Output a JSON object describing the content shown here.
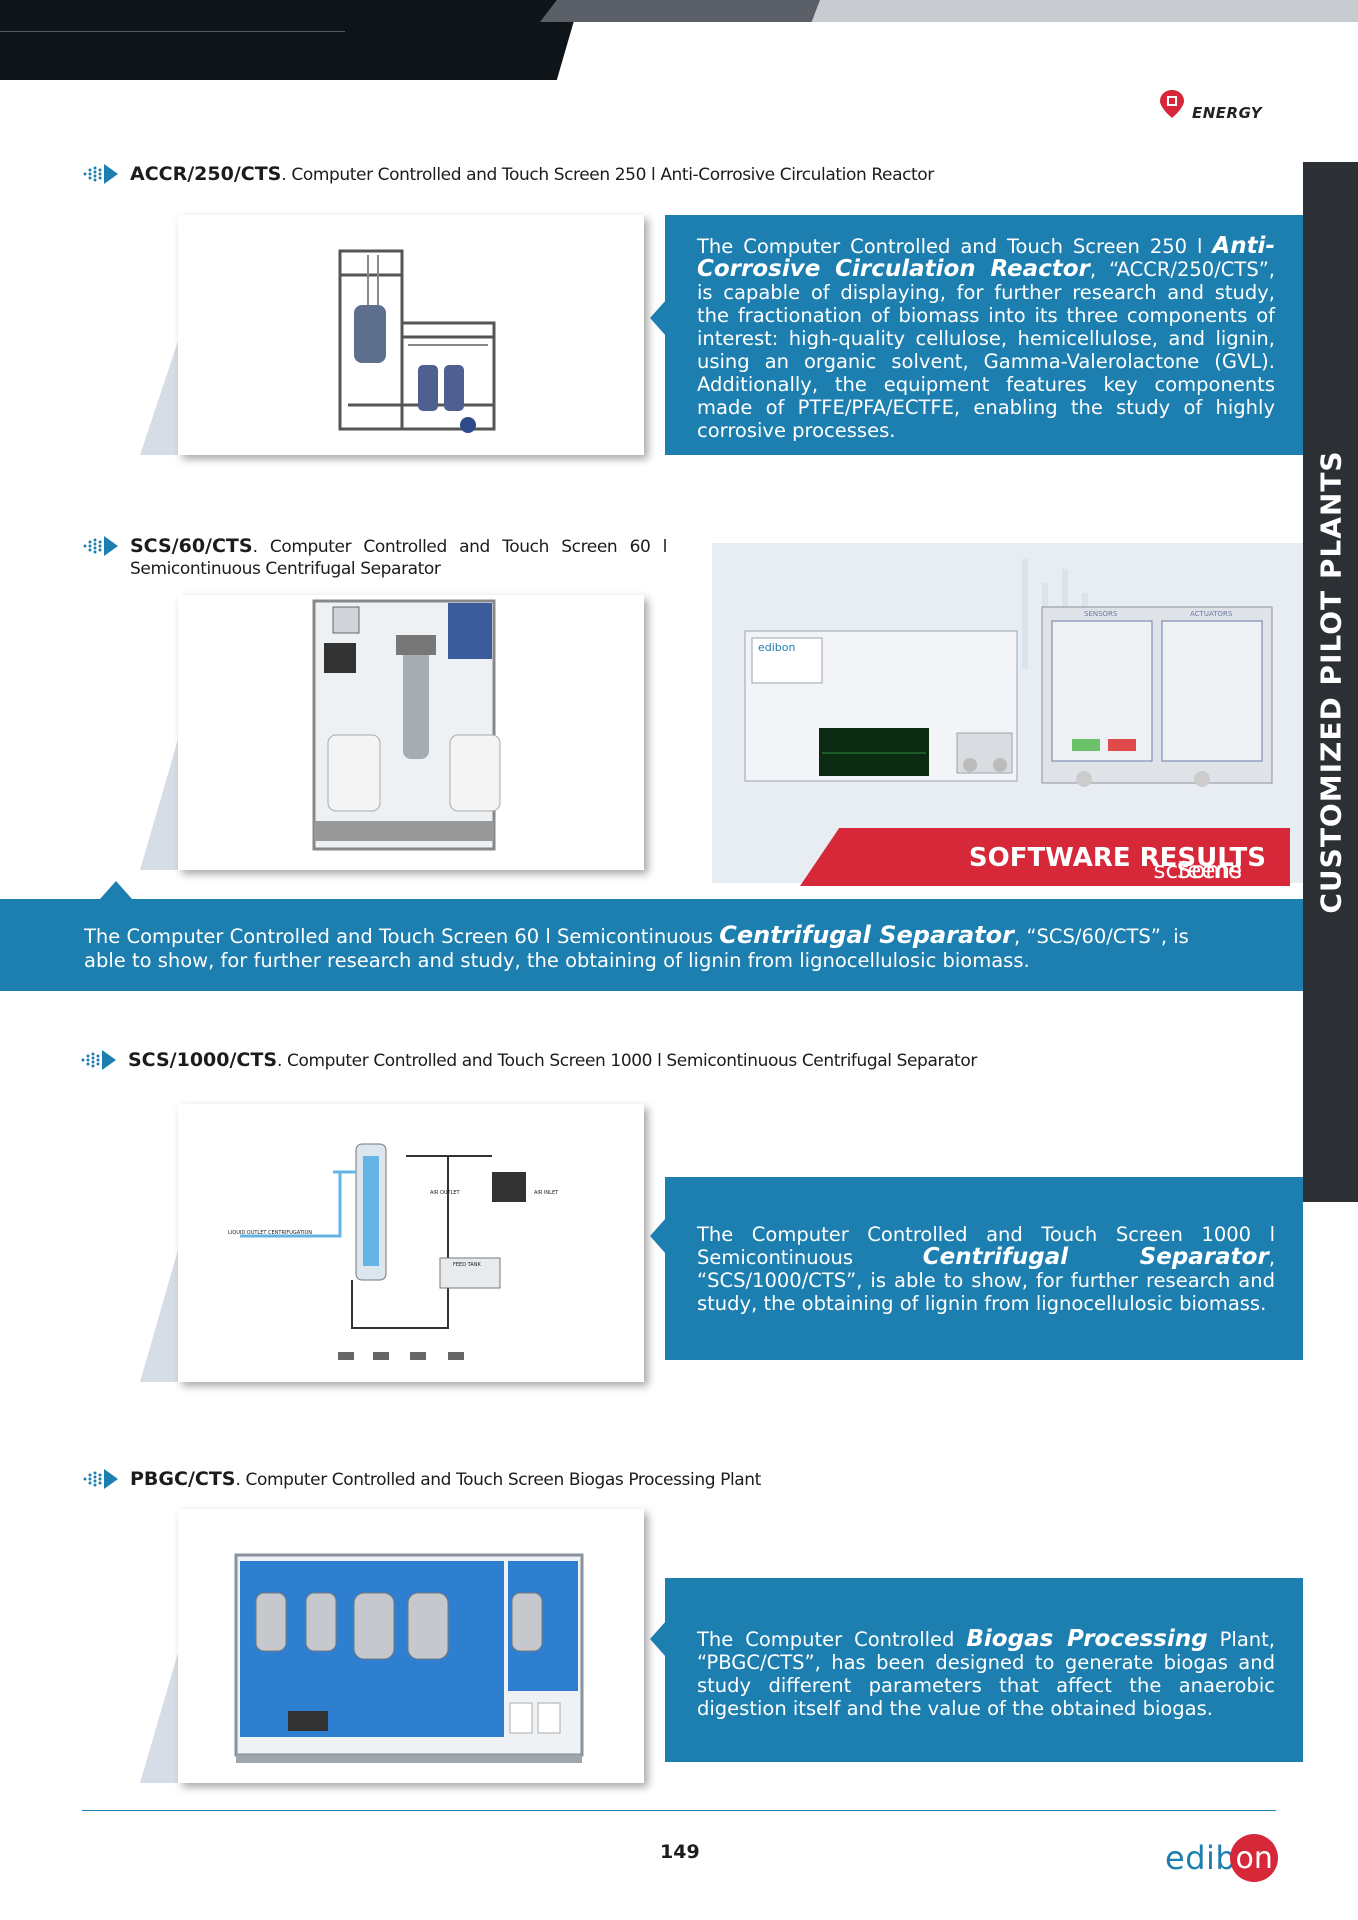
{
  "header": {
    "section_label": "ENERGY"
  },
  "side_tab": {
    "label": "CUSTOMIZED PILOT PLANTS"
  },
  "products": [
    {
      "code": "ACCR/250/CTS",
      "title": ". Computer Controlled and Touch Screen 250 l Anti-Corrosive Circulation Reactor",
      "desc_pre": "The Computer Controlled and Touch Screen 250 l ",
      "desc_bold": "Anti-Corrosive Circulation Reactor",
      "desc_post": ", “ACCR/250/CTS”, is capable of displaying, for further research and study, the fractionation of biomass into its three components of interest: high-quality cellulose, hemicellulose, and lignin, using an organic solvent, Gamma-Valerolactone (GVL). Additionally, the equipment features key components made of PTFE/PFA/ECTFE, enabling the study of highly corrosive processes."
    },
    {
      "code": "SCS/60/CTS",
      "title": ". Computer Controlled and Touch Screen 60 l Semicontinuous Centrifugal Separator",
      "desc_pre": "The Computer Controlled and Touch Screen 60 l Semicontinuous ",
      "desc_bold": "Centrifugal Separator",
      "desc_post": ", “SCS/60/CTS”, is able to show, for further research and study, the obtaining of lignin from lignocellulosic biomass."
    },
    {
      "code": "SCS/1000/CTS",
      "title": ". Computer Controlled and Touch Screen 1000 l Semicontinuous Centrifugal Separator",
      "desc_pre": "The Computer Controlled and Touch Screen 1000 l Semicontinuous ",
      "desc_bold": "Centrifugal Separator",
      "desc_post": ", “SCS/1000/CTS”, is able to show, for further research and study, the obtaining of lignin from lignocellulosic biomass."
    },
    {
      "code": "PBGC/CTS",
      "title": ". Computer Controlled and Touch Screen Biogas Processing Plant",
      "desc_pre": "The Computer Controlled ",
      "desc_bold": "Biogas Processing",
      "desc_post": " Plant, “PBGC/CTS”, has been designed to generate biogas and study different parameters that affect the anaerobic digestion itself and the value of the obtained biogas."
    }
  ],
  "software_banner": {
    "pre": "Some ",
    "bold": "SOFTWARE RESULTS",
    "post": " screens"
  },
  "screen_labels": {
    "brand": "edibon",
    "sensors": "SENSORS",
    "actuators": "ACTUATORS"
  },
  "diagram_labels": {
    "liquid_outlet": "LIQUID OUTLET CENTRIFUGATION",
    "air_outlet": "AIR OUTLET",
    "air_inlet": "AIR INLET",
    "feed_tank": "FEED TANK"
  },
  "footer": {
    "page_number": "149",
    "logo_left": "edib",
    "logo_right": "on"
  },
  "colors": {
    "accent_blue": "#1d7fb0",
    "accent_red": "#d7283a",
    "dark": "#0f1419"
  }
}
